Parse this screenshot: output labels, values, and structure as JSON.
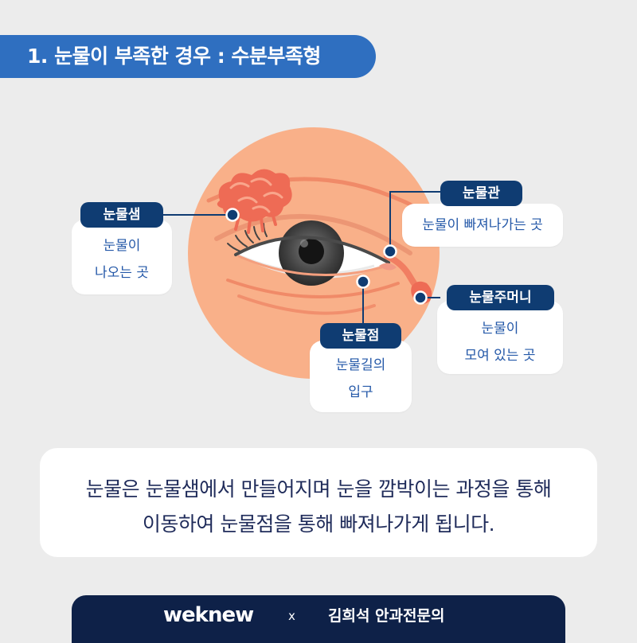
{
  "title": "1. 눈물이 부족한 경우 : 수분부족형",
  "labels": [
    {
      "name": "눈물샘",
      "desc": [
        "눈물이",
        "나오는 곳"
      ]
    },
    {
      "name": "눈물관",
      "desc": [
        "눈물이 빠져나가는 곳"
      ]
    },
    {
      "name": "눈물주머니",
      "desc": [
        "눈물이",
        "모여 있는 곳"
      ]
    },
    {
      "name": "눈물점",
      "desc": [
        "눈물길의",
        "입구"
      ]
    }
  ],
  "description": [
    "눈물은 눈물샘에서 만들어지며 눈을 깜박이는 과정을 통해",
    "이동하여 눈물점을 통해 빠져나가게 됩니다."
  ],
  "footer": {
    "brand": "weknew",
    "separator": "x",
    "partner": "김희석 안과전문의"
  },
  "colors": {
    "background": "#ececec",
    "title_bar": "#2f6fc0",
    "label_tag": "#0f3c72",
    "card_text": "#2458a8",
    "skin_circle": "#f9b089",
    "gland": "#ef6a52",
    "footer": "#0e2148"
  }
}
